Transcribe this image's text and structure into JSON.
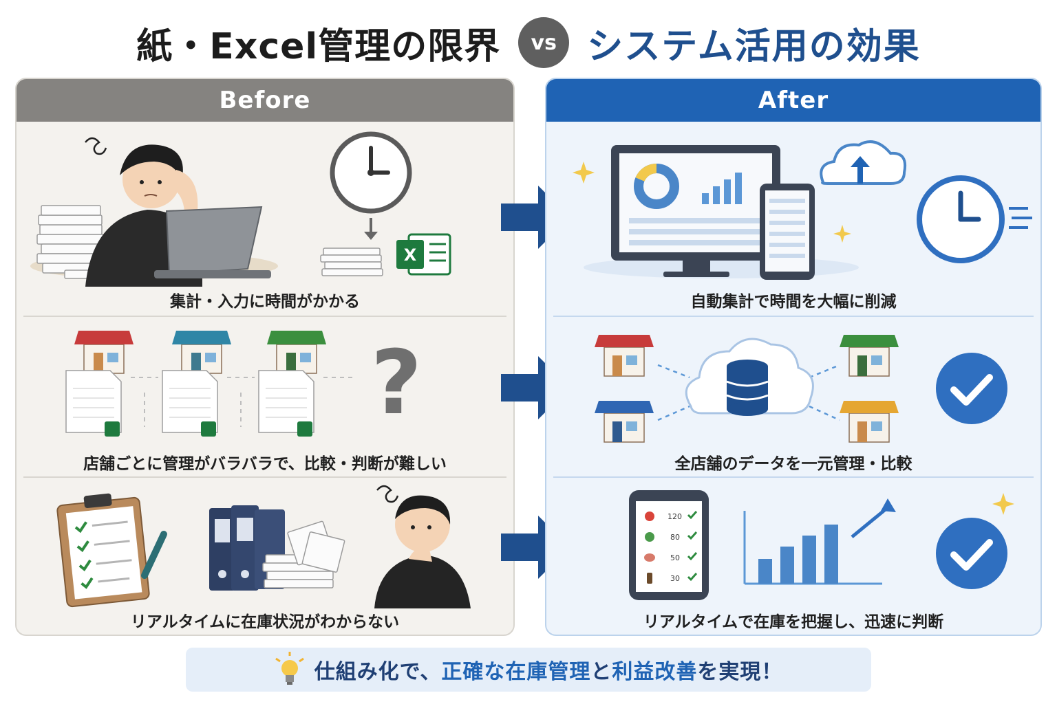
{
  "title": {
    "left": "紙・Excel管理の限界",
    "vs": "vs",
    "right": "システム活用の効果"
  },
  "before": {
    "header": "Before",
    "rows": [
      {
        "caption": "集計・入力に時間がかかる"
      },
      {
        "caption": "店舗ごとに管理がバラバラで、比較・判断が難しい"
      },
      {
        "caption": "リアルタイムに在庫状況がわからない"
      }
    ]
  },
  "after": {
    "header": "After",
    "rows": [
      {
        "caption": "自動集計で時間を大幅に削減"
      },
      {
        "caption": "全店舗のデータを一元管理・比較"
      },
      {
        "caption": "リアルタイムで在庫を把握し、迅速に判断"
      }
    ],
    "inventory_values": [
      "120",
      "80",
      "50",
      "30"
    ]
  },
  "footer": {
    "part1": "仕組み化で、",
    "part2": "正確な在庫管理",
    "part3": "と",
    "part4": "利益改善",
    "part5": "を実現！"
  },
  "colors": {
    "before_header": "#858380",
    "after_header": "#1f63b4",
    "arrow": "#1f4f8e",
    "title_right": "#1f4f8e",
    "excel_green": "#1e7a3e"
  },
  "icons": [
    "clock-icon",
    "excel-icon",
    "question-mark-icon",
    "cloud-upload-icon",
    "database-icon",
    "check-circle-icon",
    "lightbulb-icon",
    "trend-arrow-icon"
  ]
}
